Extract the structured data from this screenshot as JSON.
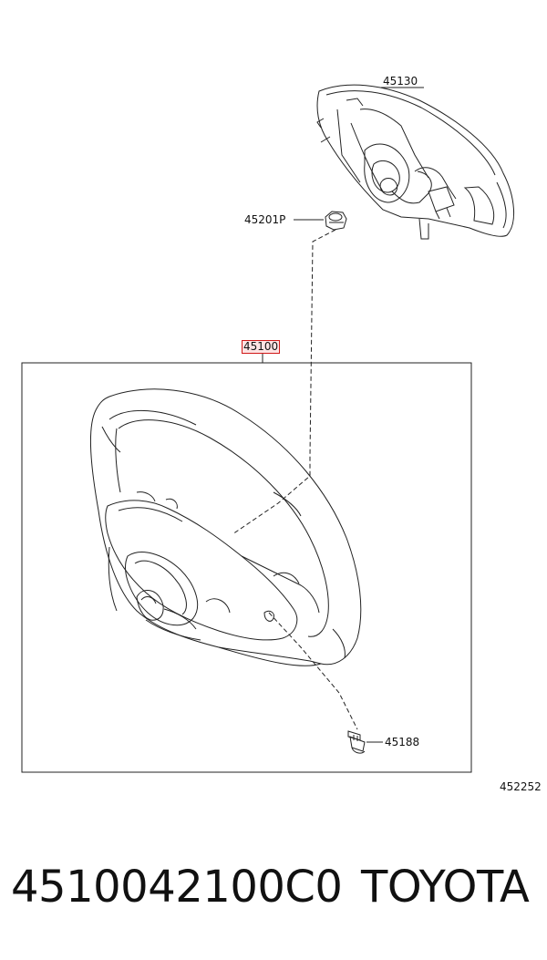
{
  "labels": {
    "airbag": "45130",
    "nut": "45201P",
    "wheel": "45100",
    "bolt": "45188",
    "figure": "452252"
  },
  "footer": {
    "part_number": "4510042100C0",
    "brand": "TOYOTA"
  },
  "highlight_color": "#d01818"
}
